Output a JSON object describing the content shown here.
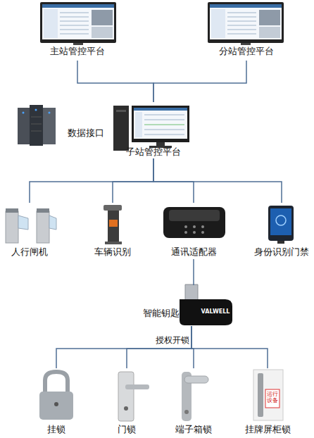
{
  "diagram": {
    "nodes": [
      {
        "text": [
          "主站管控平台"
        ]
      },
      {
        "text": [
          "分站管控平台"
        ]
      },
      {
        "text": [
          "数据接口"
        ]
      },
      {
        "text": [
          "子站管控平台"
        ]
      },
      {
        "text": [
          "人行闸机"
        ]
      },
      {
        "text": [
          "车辆识别"
        ]
      },
      {
        "text": [
          "通讯适配器"
        ]
      },
      {
        "text": [
          "身份识别门禁"
        ]
      },
      {
        "text": [
          "智能钥匙"
        ]
      },
      {
        "text": [
          "挂锁"
        ]
      },
      {
        "text": [
          "门锁"
        ]
      },
      {
        "text": [
          "端子箱锁"
        ]
      },
      {
        "text": [
          "挂牌屏柜锁"
        ]
      }
    ],
    "edges": [
      {
        "from": 0,
        "to": 3,
        "arrow": "none"
      },
      {
        "from": 1,
        "to": 3,
        "arrow": "none"
      },
      {
        "from": 3,
        "to": 4,
        "arrow": "none"
      },
      {
        "from": 3,
        "to": 5,
        "arrow": "none"
      },
      {
        "from": 3,
        "to": 6,
        "arrow": "none"
      },
      {
        "from": 3,
        "to": 7,
        "arrow": "none"
      },
      {
        "from": 6,
        "to": 8,
        "arrow": "none"
      },
      {
        "from": 8,
        "to": 9,
        "arrow": "none"
      },
      {
        "from": 8,
        "to": 10,
        "arrow": "none"
      },
      {
        "from": 8,
        "to": 11,
        "arrow": "none"
      },
      {
        "from": 8,
        "to": 12,
        "arrow": "none"
      }
    ],
    "labels": [
      "授权开锁",
      "VALWELL",
      "运行设备"
    ]
  }
}
